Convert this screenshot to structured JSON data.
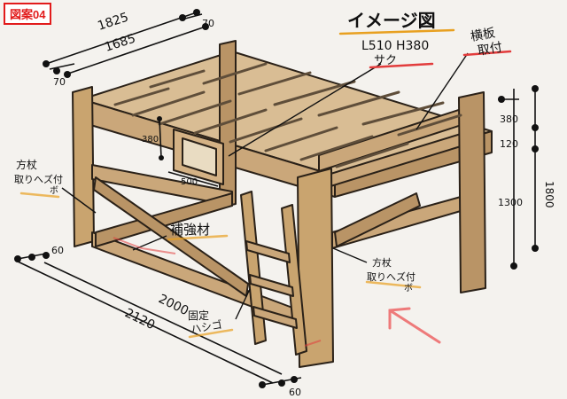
{
  "badge": "図案04",
  "title": "イメージ図",
  "colors": {
    "wood": "#caa77a",
    "wood_dark": "#8c6a3e",
    "slat": "#6b5a45",
    "accent_red": "#e23c3c",
    "underline_orange": "#e8a020",
    "ink": "#111111"
  },
  "dimensions": {
    "top_outer": "1825",
    "top_inner": "1685",
    "top_small_left": "70",
    "top_small_right": "70",
    "bottom_outer": "2120",
    "bottom_inner": "2000",
    "bottom_small_left": "60",
    "bottom_small_right": "60",
    "height_total": "1800",
    "height_a": "380",
    "height_b": "120",
    "height_c": "1300",
    "guard_height": "380",
    "guard_width": "500"
  },
  "labels": {
    "guard_spec_line1": "L510 H380",
    "guard_spec_line2": "サク",
    "rail_line1": "横板",
    "rail_line2": "取付",
    "left_joint_line1": "方杖",
    "left_joint_line2": "取りへズ付",
    "left_joint_line3": "ボ",
    "brace": "補強材",
    "ladder_line1": "固定",
    "ladder_line2": "ハシゴ",
    "right_joint_line1": "方杖",
    "right_joint_line2": "取りへズ付",
    "right_joint_line3": "ボ"
  }
}
